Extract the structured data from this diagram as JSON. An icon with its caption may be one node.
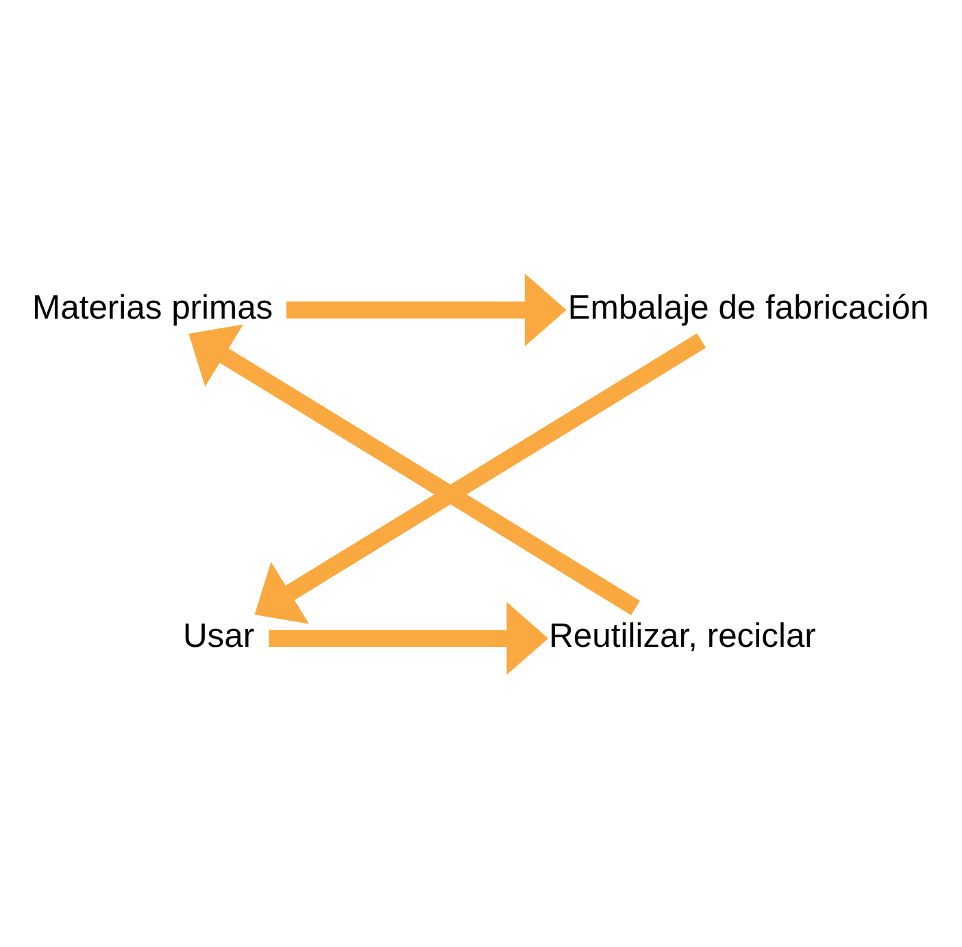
{
  "diagram": {
    "nodes": [
      {
        "text": [
          "Materias primas"
        ]
      },
      {
        "text": [
          "Embalaje de fabricación"
        ]
      },
      {
        "text": [
          "Usar"
        ]
      },
      {
        "text": [
          "Reutilizar, reciclar"
        ]
      }
    ],
    "edges": [
      {
        "from": 0,
        "to": 1,
        "arrow": "to"
      },
      {
        "from": 1,
        "to": 2,
        "arrow": "to"
      },
      {
        "from": 2,
        "to": 3,
        "arrow": "to"
      },
      {
        "from": 3,
        "to": 0,
        "arrow": "to"
      }
    ]
  }
}
